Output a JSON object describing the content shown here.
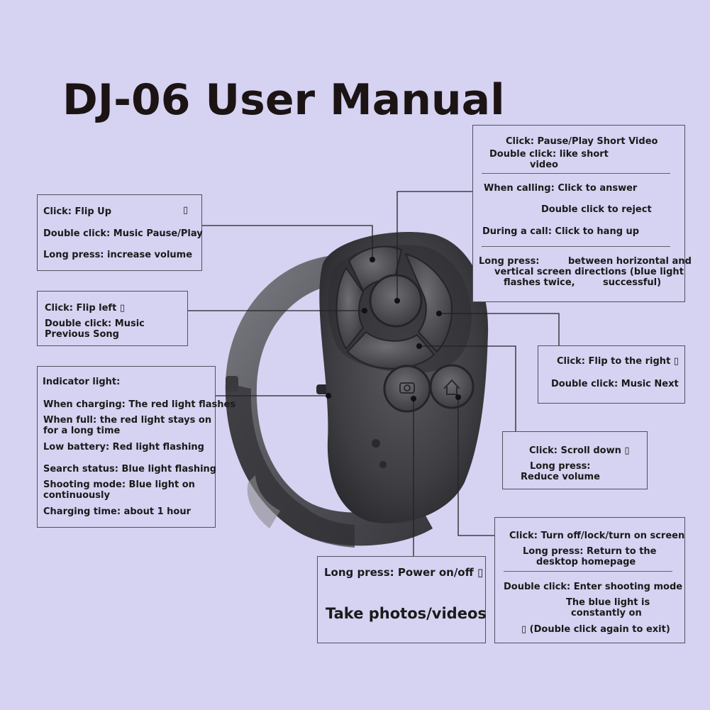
{
  "title": "DJ-06 User Manual",
  "flip_up": {
    "click": "Click: Flip Up",
    "icon": "▯",
    "double": "Double click: Music Pause/Play",
    "long": "Long press: increase volume"
  },
  "flip_left": {
    "click": "Click: Flip left ▯",
    "double_1": "Double click: Music",
    "double_2": "Previous Song"
  },
  "indicator": {
    "heading": "Indicator light:",
    "lines": [
      "When charging: The red light flashes",
      "When full: the red light stays on",
      "for a long time",
      "Low battery: Red light flashing",
      "Search status: Blue light flashing",
      "Shooting mode: Blue light on",
      "continuously",
      "Charging time: about 1 hour"
    ]
  },
  "center": {
    "click": "Click: Pause/Play Short Video",
    "double_1": "Double click: like short",
    "double_2": "video",
    "calling": "When calling: Click to answer",
    "reject": "Double click to reject",
    "during": "During a call: Click to hang up",
    "long_1a": "Long press:",
    "long_1b": "between horizontal and",
    "long_2": "vertical screen directions (blue light",
    "long_3a": "flashes twice,",
    "long_3b": "successful)"
  },
  "flip_right": {
    "click": "Click: Flip to the right ▯",
    "double": "Double click: Music Next"
  },
  "scroll_down": {
    "click": "Click: Scroll down ▯",
    "long_1": "Long press:",
    "long_2": "Reduce volume"
  },
  "power": {
    "long": "Long press: Power on/off ▯",
    "photos": "Take photos/videos"
  },
  "screen": {
    "click": "Click: Turn off/lock/turn on screen",
    "long_1": "Long press: Return to the",
    "long_2": "desktop homepage",
    "double": "Double click: Enter shooting mode",
    "blue_1": "The blue light is",
    "blue_2": "constantly on",
    "exit": "▯ (Double click again to exit)"
  }
}
